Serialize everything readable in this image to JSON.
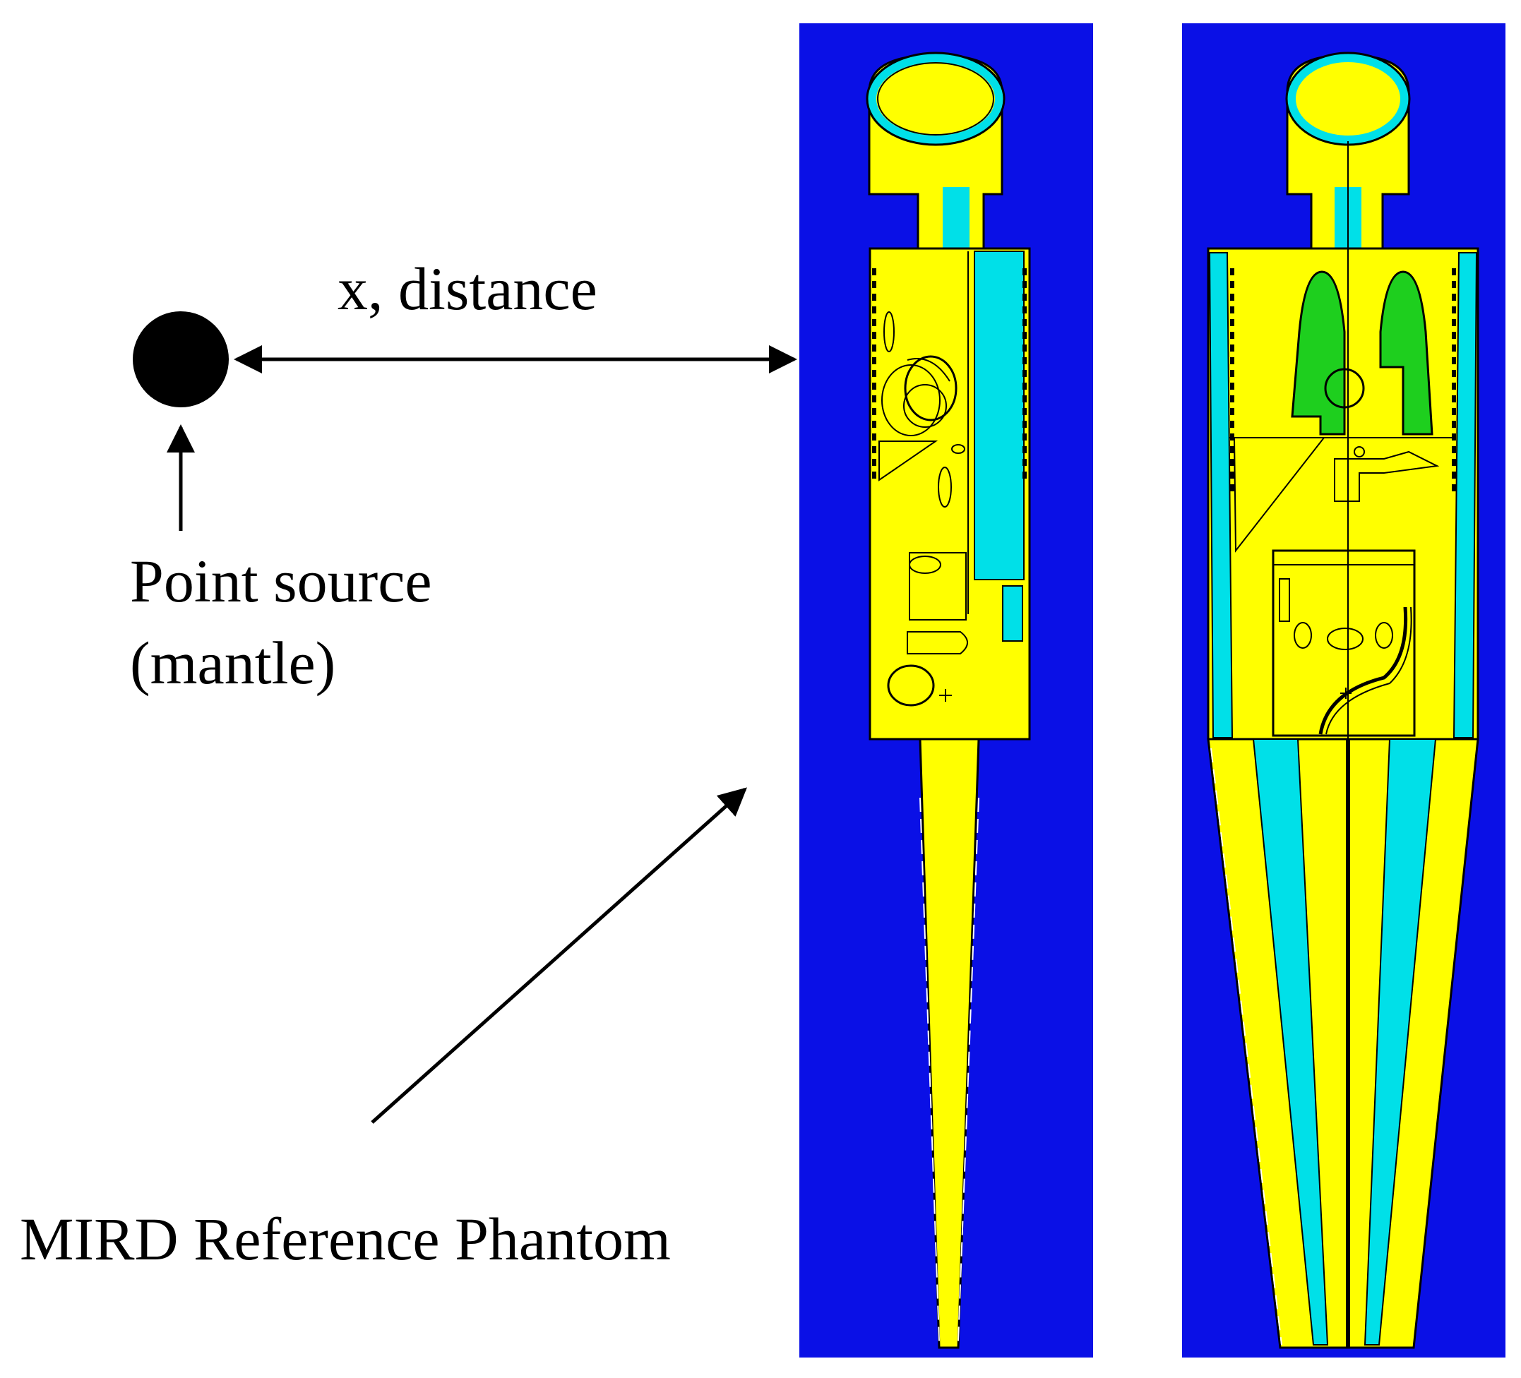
{
  "labels": {
    "distance": "x, distance",
    "source_line1": "Point source",
    "source_line2": "(mantle)",
    "phantom": "MIRD Reference Phantom"
  },
  "colors": {
    "background": "#0a10e6",
    "body": "#ffff00",
    "bone": "#00e0e8",
    "lungs": "#1ecf1e",
    "outline": "#000000",
    "marker": "#000000"
  }
}
